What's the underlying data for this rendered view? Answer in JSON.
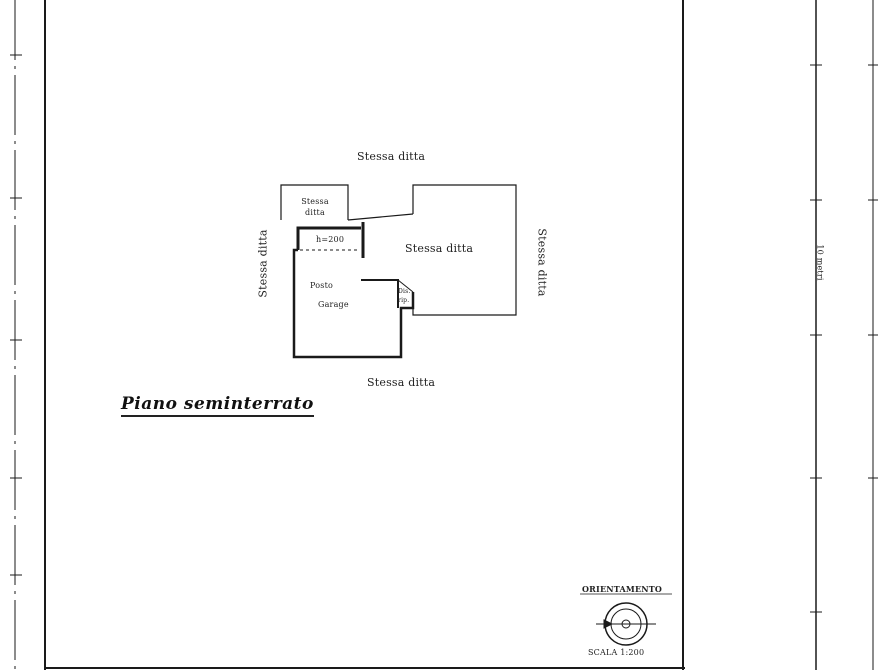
{
  "title": "Piano seminterrato",
  "labels": {
    "top": "Stessa ditta",
    "bottom": "Stessa ditta",
    "left": "Stessa ditta",
    "right": "Stessa ditta",
    "center": "Stessa ditta",
    "small_room": "Stessa ditta",
    "room_main_line1": "Posto",
    "room_main_line2": "Garage",
    "strip": "h=200",
    "tiny_room": "Dis. rip."
  },
  "margin_note": "10 metri",
  "orientation": {
    "heading": "ORIENTAMENTO",
    "scale": "SCALA 1:200"
  },
  "colors": {
    "ink": "#1a1a1a",
    "paper": "#ffffff"
  }
}
